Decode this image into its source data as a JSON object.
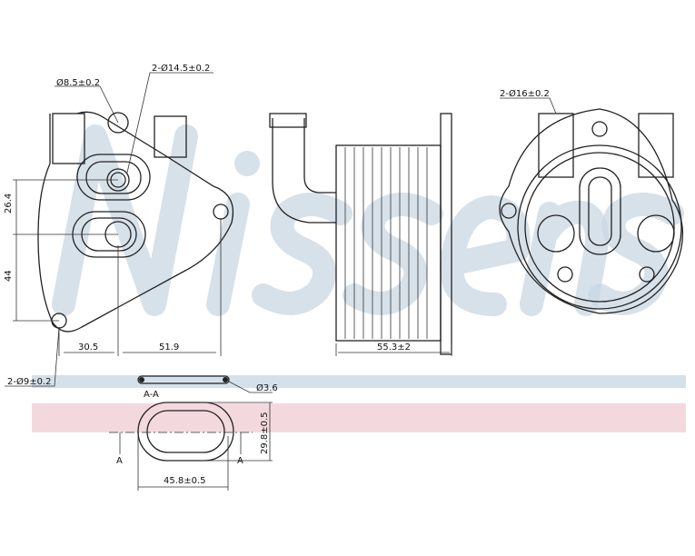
{
  "watermark": {
    "logo_text": "Nissens",
    "band_colors": [
      "#d4e1ea",
      "#f3d9dd"
    ]
  },
  "labels": {
    "hole_small": "Ø8.5±0.2",
    "ports_front": "2-Ø14.5±0.2",
    "dim_vertical_top": "26.4",
    "dim_vertical_bottom": "44",
    "dim_horizontal_left": "30.5",
    "dim_horizontal_right": "51.9",
    "dim_depth": "55.3±2",
    "ports_back": "2-Ø16±0.2",
    "mount_holes": "2-Ø9±0.2",
    "section_label": "A-A",
    "section_dia": "Ø3.6",
    "section_marker_left": "A",
    "section_marker_right": "A",
    "seal_height": "29.8±0.5",
    "seal_width": "45.8±0.5"
  }
}
